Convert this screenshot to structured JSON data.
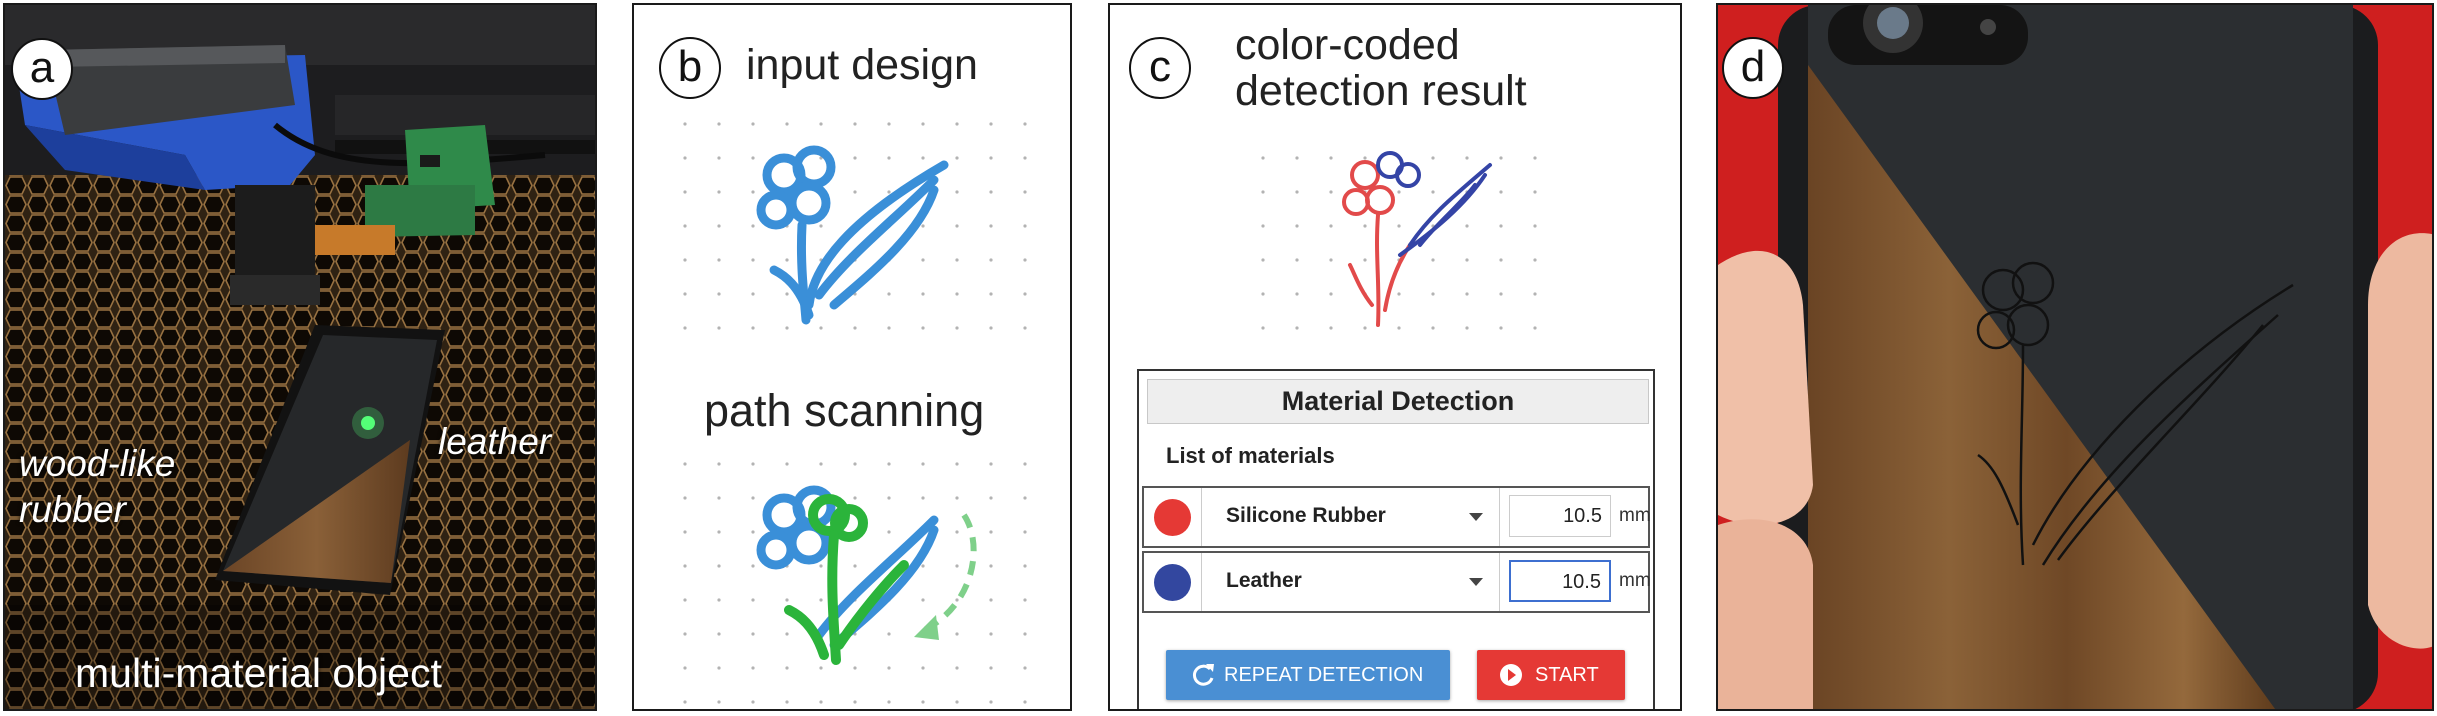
{
  "panels": {
    "a": {
      "badge": "a",
      "label_wood": [
        "wood-like",
        "rubber"
      ],
      "label_leather": "leather",
      "label_object": "multi-material object"
    },
    "b": {
      "badge": "b",
      "title": "input design",
      "subtitle": "path scanning"
    },
    "c": {
      "badge": "c",
      "title_line1": "color-coded",
      "title_line2": "detection result",
      "material_detection": {
        "title": "Material Detection",
        "list_label": "List of materials",
        "rows": [
          {
            "color": "#e53935",
            "material": "Silicone Rubber",
            "thickness": "10.5",
            "unit": "mm"
          },
          {
            "color": "#33479f",
            "material": "Leather",
            "thickness": "10.5",
            "unit": "mm"
          }
        ],
        "repeat_button": "REPEAT DETECTION",
        "start_button": "START"
      }
    },
    "d": {
      "badge": "d"
    }
  },
  "colors": {
    "design_blue": "#3a8fd8",
    "scan_green": "#2bb43b",
    "detect_red": "#e24a4a",
    "detect_blue": "#3444a6",
    "red_backdrop": "#cf1f1f",
    "leather_dark": "#2b2e31",
    "wood": "#7a5532"
  }
}
